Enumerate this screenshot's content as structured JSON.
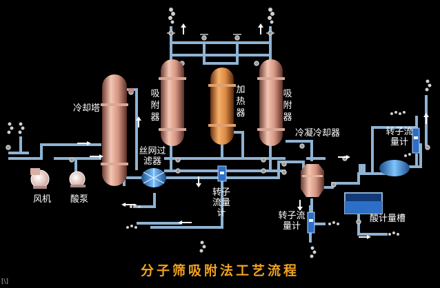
{
  "title": "分子筛吸附法工艺流程",
  "labels": {
    "cooling_tower": "冷却塔",
    "adsorber_left": "吸附器",
    "heater": "加热器",
    "adsorber_right": "吸附器",
    "mesh_filter": "丝网过滤器",
    "flowmeter_center": "转子流量计",
    "condenser_cooler": "冷凝冷却器",
    "flowmeter_right": "转子流量计",
    "flowmeter_bottom": "转子流量计",
    "blower": "风机",
    "acid_pump": "酸泵",
    "acid_tank": "酸计量槽"
  },
  "corner_text": "[\\]",
  "colors": {
    "background": "#000000",
    "pipe": "#8fb3d3",
    "vessel": "#d89a86",
    "heater": "#d8803e",
    "label": "#ffffff",
    "title": "#f2a321",
    "arrow": "#ffffff"
  }
}
